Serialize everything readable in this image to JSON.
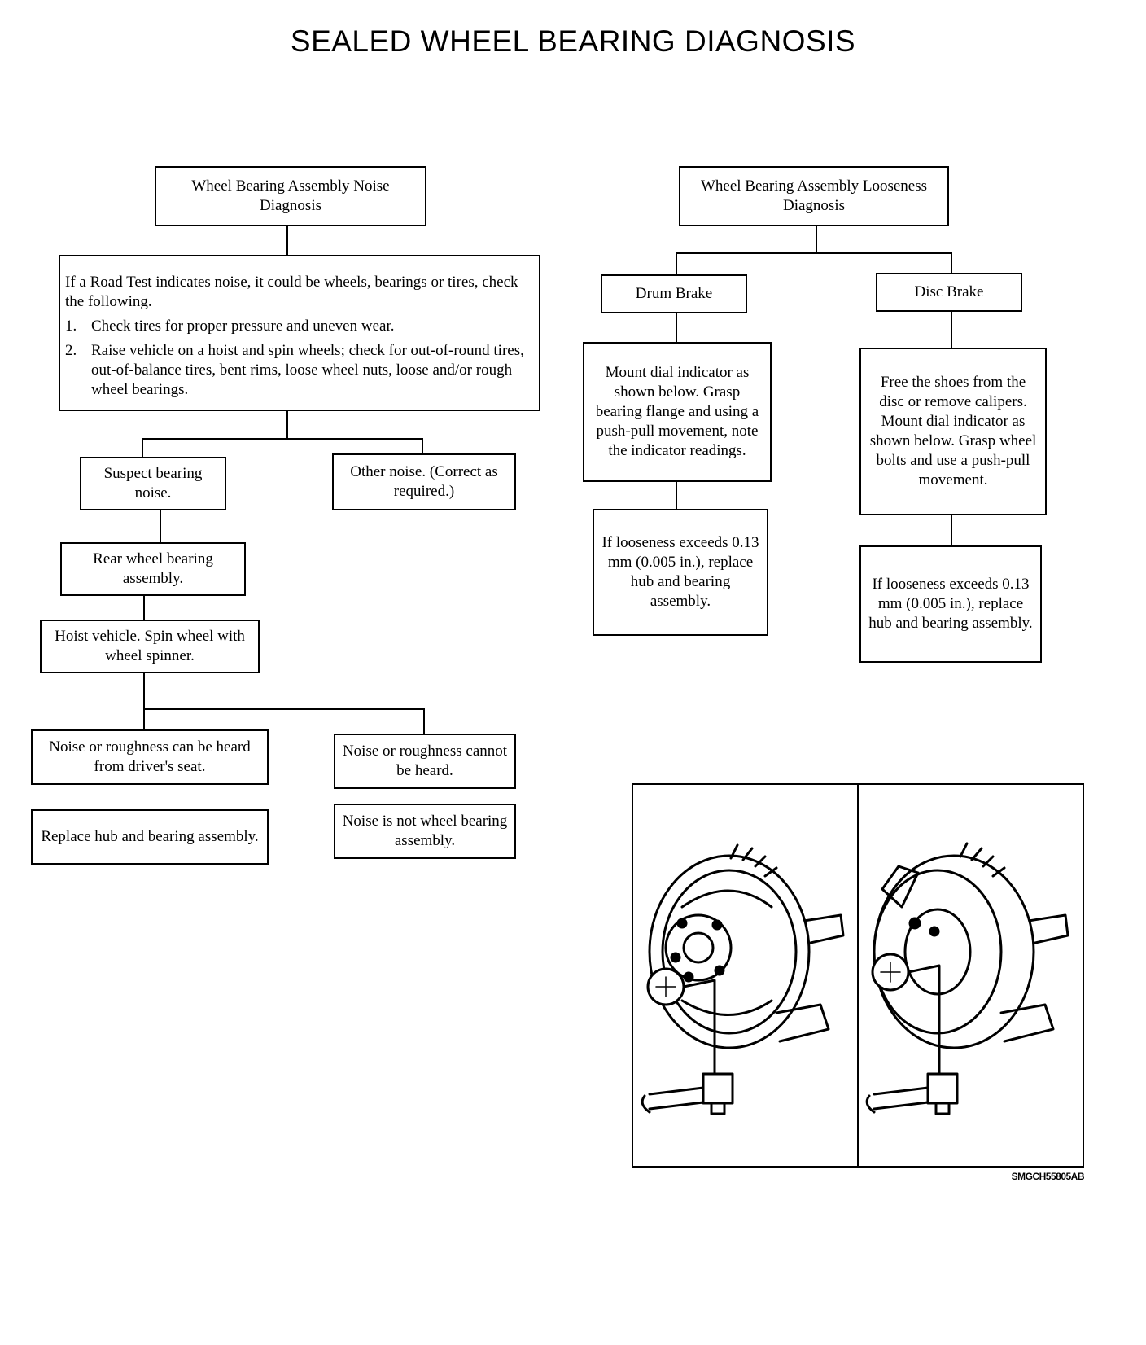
{
  "title": "SEALED WHEEL BEARING DIAGNOSIS",
  "noise": {
    "header": "Wheel Bearing Assembly Noise Diagnosis",
    "road_test": {
      "intro": "If a Road Test indicates noise, it could be wheels, bearings or tires, check the following.",
      "steps": [
        {
          "num": "1.",
          "text": "Check tires for proper pressure and uneven wear."
        },
        {
          "num": "2.",
          "text": "Raise vehicle on a hoist and spin wheels; check for out-of-round tires, out-of-balance tires, bent rims, loose wheel nuts, loose and/or rough wheel bearings."
        }
      ]
    },
    "suspect": "Suspect bearing noise.",
    "other": "Other noise. (Correct as required.)",
    "rear": "Rear wheel bearing assembly.",
    "hoist": "Hoist vehicle.  Spin wheel with wheel spinner.",
    "heard": "Noise or roughness can be heard from driver's seat.",
    "not_heard": "Noise or roughness cannot be heard.",
    "replace": "Replace hub and bearing assembly.",
    "not_bearing": "Noise is not wheel bearing assembly."
  },
  "looseness": {
    "header": "Wheel Bearing Assembly Looseness Diagnosis",
    "drum": {
      "label": "Drum Brake",
      "step": "Mount dial indicator as shown below. Grasp bearing flange and using a push-pull movement, note the indicator readings.",
      "result": "If looseness exceeds 0.13 mm  (0.005 in.), replace hub and bearing assembly."
    },
    "disc": {
      "label": "Disc Brake",
      "step": "Free the shoes from the disc or remove calipers. Mount dial indicator as shown below. Grasp wheel bolts and use a push-pull movement.",
      "result": "If looseness exceeds 0.13 mm (0.005 in.), replace hub and bearing assembly."
    }
  },
  "figure": {
    "ref_code": "SMGCH55805AB",
    "panels": [
      "drum-brake-dial-indicator-illustration",
      "disc-brake-dial-indicator-illustration"
    ]
  }
}
